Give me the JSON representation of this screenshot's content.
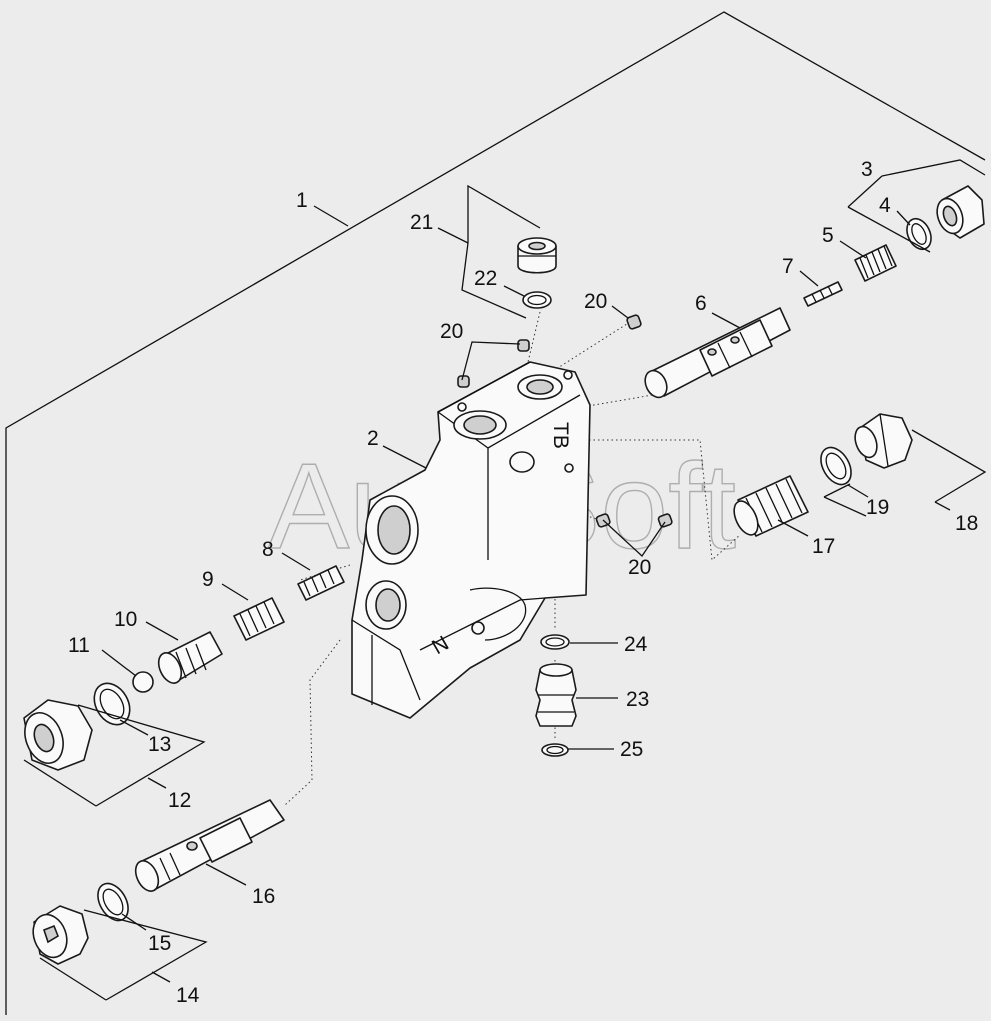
{
  "watermark": "AutoSoft",
  "callouts": {
    "c1": "1",
    "c2": "2",
    "c3": "3",
    "c4": "4",
    "c5": "5",
    "c6": "6",
    "c7": "7",
    "c8": "8",
    "c9": "9",
    "c10": "10",
    "c11": "11",
    "c12": "12",
    "c13": "13",
    "c14": "14",
    "c15": "15",
    "c16": "16",
    "c17": "17",
    "c18": "18",
    "c19": "19",
    "c20a": "20",
    "c20b": "20",
    "c20c": "20",
    "c21": "21",
    "c22": "22",
    "c23": "23",
    "c24": "24",
    "c25": "25"
  },
  "body_marks": {
    "top": "TB",
    "side": "N"
  },
  "colors": {
    "background": "#ececec",
    "line": "#111111",
    "watermark": "#9a9a9a"
  }
}
